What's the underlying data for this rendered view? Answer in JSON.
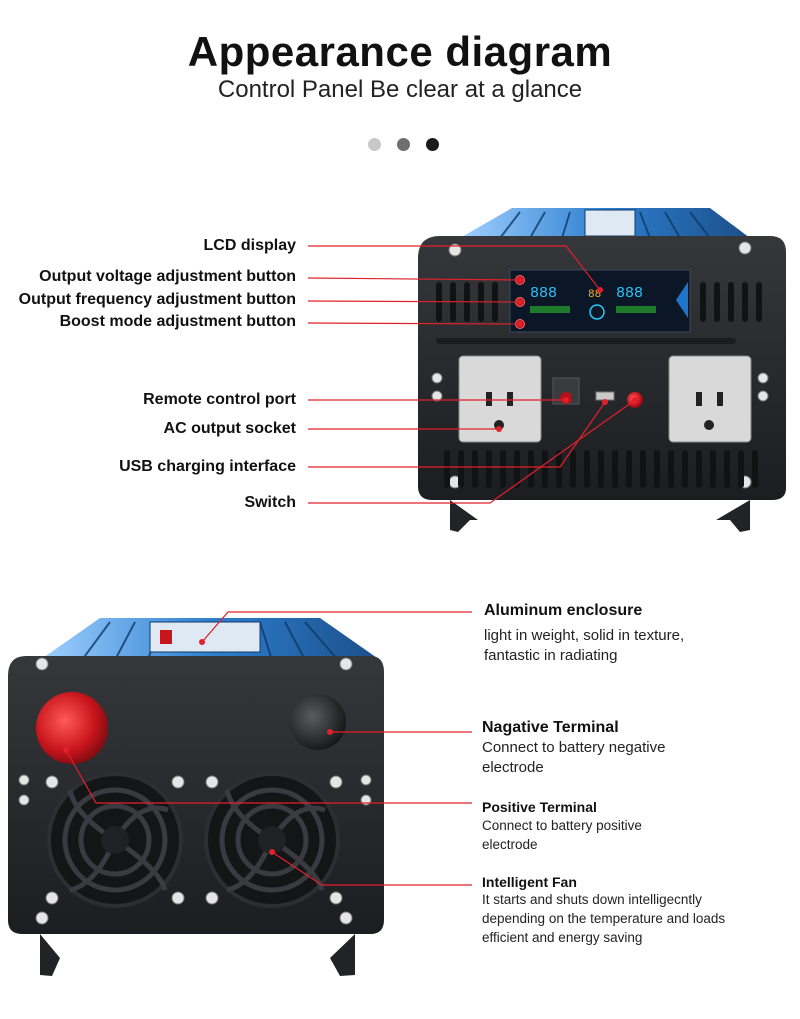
{
  "header": {
    "title": "Appearance diagram",
    "subtitle": "Control Panel  Be clear at a glance"
  },
  "carousel": {
    "dot_colors": [
      "#c8c8c8",
      "#6e6e6e",
      "#1a1a1a"
    ]
  },
  "front_panel": {
    "labels": [
      "LCD display",
      "Output voltage adjustment button",
      "Output frequency adjustment button",
      "Boost mode adjustment button",
      "Remote control port",
      "AC output socket",
      "USB charging interface",
      "Switch"
    ],
    "lcd_readouts": [
      "888",
      "88",
      "888"
    ]
  },
  "rear_panel": {
    "callouts": [
      {
        "title": "Aluminum enclosure",
        "desc": [
          "light in weight, solid in texture,",
          "fantastic in radiating"
        ]
      },
      {
        "title": "Nagative Terminal",
        "desc": [
          "Connect to battery negative",
          "electrode"
        ]
      },
      {
        "title": "Positive Terminal",
        "desc": [
          "Connect to battery positive",
          "electrode"
        ]
      },
      {
        "title": "Intelligent Fan",
        "desc": [
          "It starts and shuts down intelligecntly",
          "depending on the temperature and loads",
          "efficient and energy saving"
        ]
      }
    ]
  },
  "colors": {
    "leader_line": "#e0202a",
    "casing": "#2a2c30",
    "casing_dark": "#17181a",
    "fin_blue": "#2e7fd0",
    "positive_red": "#c8141c"
  }
}
